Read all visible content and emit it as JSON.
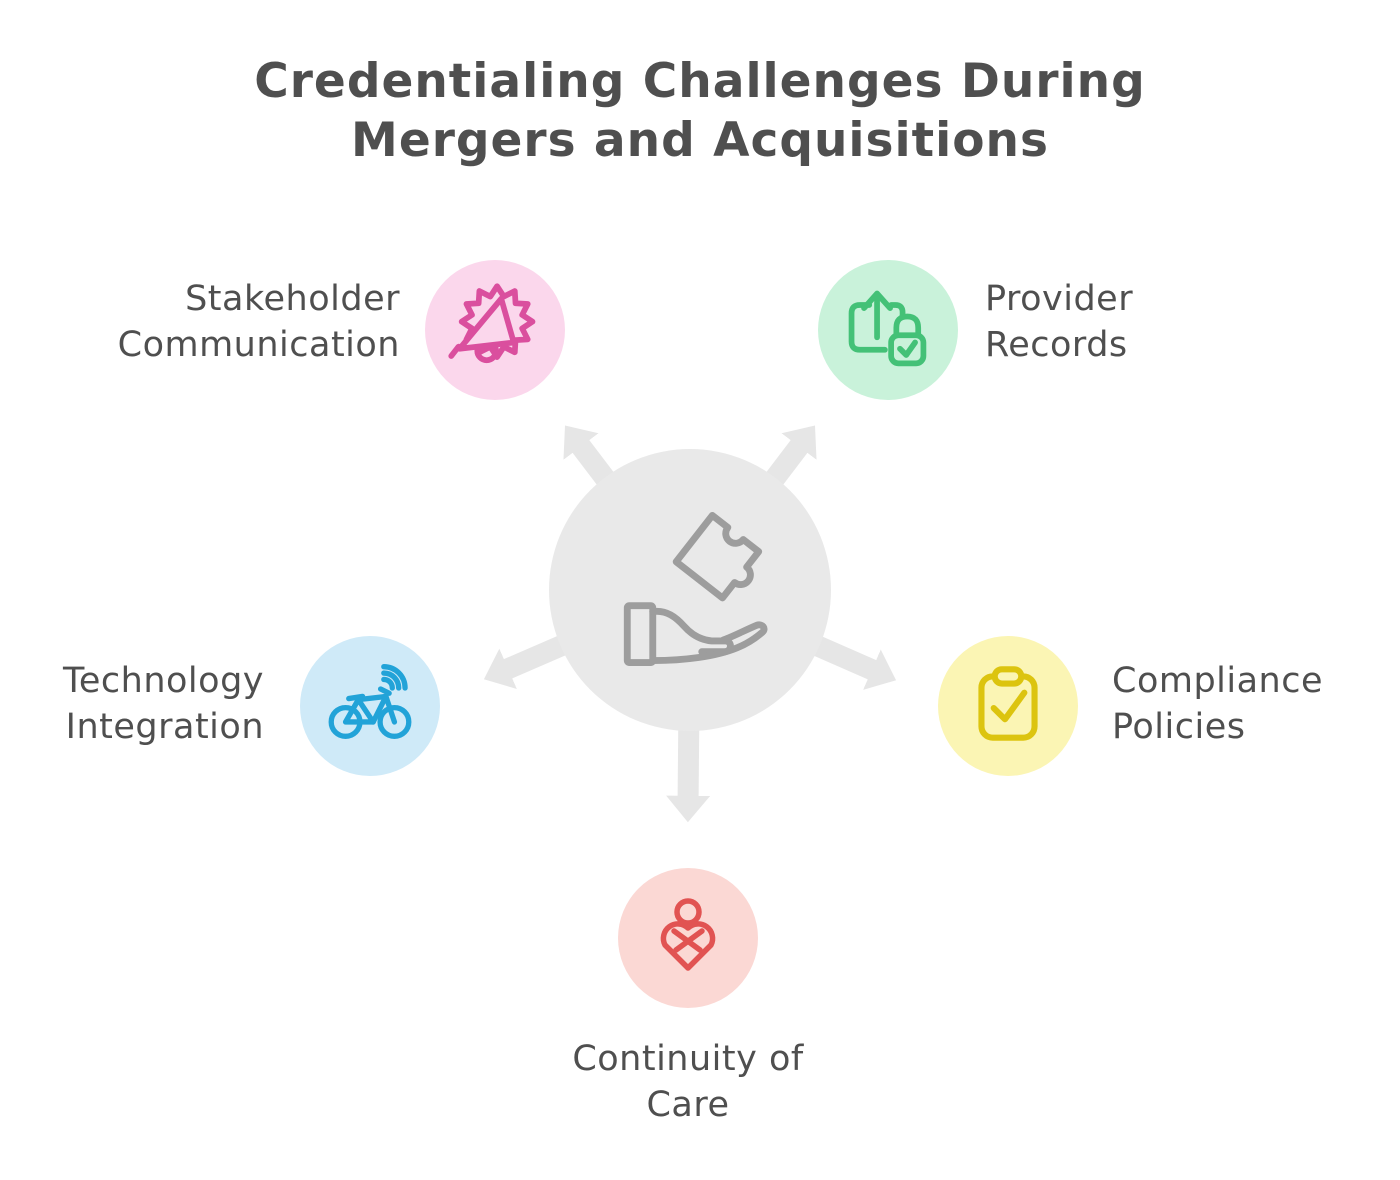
{
  "title": {
    "line1": "Credentialing Challenges During",
    "line2": "Mergers and Acquisitions"
  },
  "colors": {
    "background": "#ffffff",
    "text": "#4f4f4f",
    "arrow": "#e6e6e6",
    "center_bg": "#e9e9e9",
    "center_icon_stroke": "#9d9d9d"
  },
  "center": {
    "icon": "hand-holding-puzzle-icon"
  },
  "nodes": [
    {
      "id": "stakeholder-communication",
      "label": "Stakeholder Communication",
      "icon": "megaphone-announcement-icon",
      "bg": "#fbd7ec",
      "accent": "#da4f9e"
    },
    {
      "id": "provider-records",
      "label": "Provider Records",
      "icon": "upload-secure-lock-icon",
      "bg": "#c9f2da",
      "accent": "#44c177"
    },
    {
      "id": "technology-integration",
      "label": "Technology Integration",
      "icon": "bicycle-wifi-icon",
      "bg": "#cfeaf8",
      "accent": "#22a3d8"
    },
    {
      "id": "compliance-policies",
      "label": "Compliance Policies",
      "icon": "clipboard-check-icon",
      "bg": "#fbf5b4",
      "accent": "#dcc40f"
    },
    {
      "id": "continuity-of-care",
      "label": "Continuity of Care",
      "icon": "person-heart-icon",
      "bg": "#fbd8d4",
      "accent": "#e15352"
    }
  ]
}
